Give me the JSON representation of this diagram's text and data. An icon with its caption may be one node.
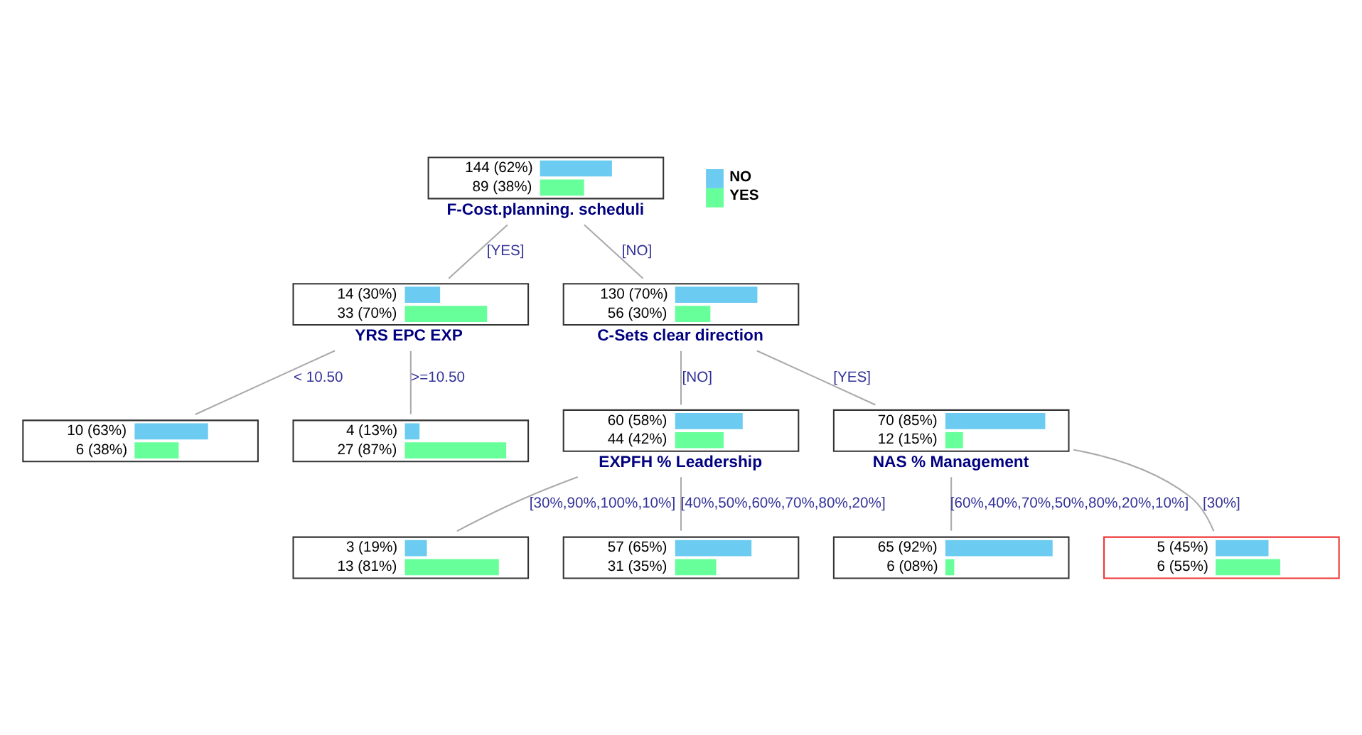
{
  "diagram": {
    "nodes": [
      {
        "text": [
          "144 (62%)",
          "89 (38%)"
        ],
        "beside": [
          "F-Cost.planning. scheduli"
        ]
      },
      {
        "text": [
          "14 (30%)",
          "33 (70%)"
        ],
        "beside": [
          "YRS EPC EXP"
        ]
      },
      {
        "text": [
          "130 (70%)",
          "56 (30%)"
        ],
        "beside": [
          "C-Sets clear direction"
        ]
      },
      {
        "text": [
          "10 (63%)",
          "6 (38%)"
        ]
      },
      {
        "text": [
          "4 (13%)",
          "27 (87%)"
        ]
      },
      {
        "text": [
          "60 (58%)",
          "44 (42%)"
        ],
        "beside": [
          "EXPFH % Leadership"
        ]
      },
      {
        "text": [
          "70 (85%)",
          "12 (15%)"
        ],
        "beside": [
          "NAS % Management"
        ]
      },
      {
        "text": [
          "3 (19%)",
          "13 (81%)"
        ]
      },
      {
        "text": [
          "57 (65%)",
          "31 (35%)"
        ]
      },
      {
        "text": [
          "65 (92%)",
          "6 (08%)"
        ]
      },
      {
        "text": [
          "5 (45%)",
          "6 (55%)"
        ]
      }
    ],
    "edges": [
      {
        "from": 0,
        "to": 1,
        "arrow": "none",
        "label": "[YES]"
      },
      {
        "from": 0,
        "to": 2,
        "arrow": "none",
        "label": "[NO]"
      },
      {
        "from": 1,
        "to": 3,
        "arrow": "none",
        "label": "< 10.50"
      },
      {
        "from": 1,
        "to": 4,
        "arrow": "none",
        "label": ">=10.50"
      },
      {
        "from": 2,
        "to": 5,
        "arrow": "none",
        "label": "[NO]"
      },
      {
        "from": 2,
        "to": 6,
        "arrow": "none",
        "label": "[YES]"
      },
      {
        "from": 5,
        "to": 7,
        "arrow": "none",
        "label": "[30%,90%,100%,10%]"
      },
      {
        "from": 5,
        "to": 8,
        "arrow": "none",
        "label": "[40%,50%,60%,70%,80%,20%]"
      },
      {
        "from": 6,
        "to": 9,
        "arrow": "none",
        "label": "[60%,40%,70%,50%,80%,20%,10%]"
      },
      {
        "from": 6,
        "to": 10,
        "arrow": "none",
        "label": "[30%]"
      }
    ],
    "legend": [
      {
        "text": "NO",
        "color": "#6ccbf0"
      },
      {
        "text": "YES",
        "color": "#66ff99"
      }
    ]
  }
}
